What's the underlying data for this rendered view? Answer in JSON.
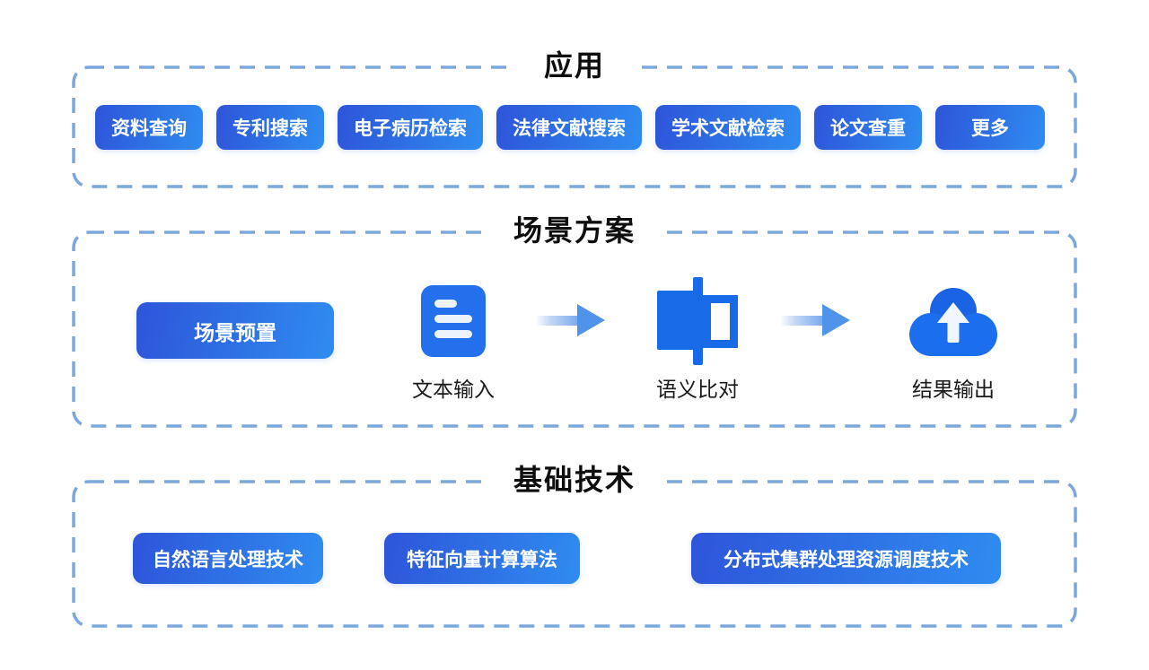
{
  "colors": {
    "chip_gradient_start": "#2E55D9",
    "chip_gradient_end": "#2F8CF0",
    "dashed_border": "#7BA8DC",
    "icon_blue": "#1B6CE8",
    "arrow_blue": "#4F93EA",
    "title_color": "#0E0E0E",
    "background": "#FFFFFF"
  },
  "sections": {
    "applications": {
      "title": "应用",
      "items": [
        "资料查询",
        "专利搜索",
        "电子病历检索",
        "法律文献搜索",
        "学术文献检索",
        "论文查重",
        "更多"
      ]
    },
    "scenario": {
      "title": "场景方案",
      "preset_label": "场景预置",
      "steps": [
        {
          "label": "文本输入",
          "icon": "document-text-icon"
        },
        {
          "label": "语义比对",
          "icon": "semantic-compare-icon"
        },
        {
          "label": "结果输出",
          "icon": "cloud-upload-icon"
        }
      ]
    },
    "technology": {
      "title": "基础技术",
      "items": [
        "自然语言处理技术",
        "特征向量计算算法",
        "分布式集群处理资源调度技术"
      ]
    }
  }
}
